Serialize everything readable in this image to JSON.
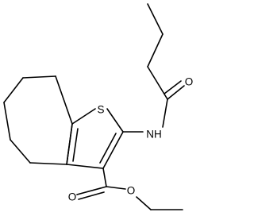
{
  "colors": {
    "background": "#ffffff",
    "bond": "#000000",
    "label": "#000000"
  },
  "labels": {
    "sulfur": "S",
    "amide_oxygen": "O",
    "amide_nitrogen": "NH",
    "ester_carbonyl_oxygen": "O",
    "ester_ether_oxygen": "O"
  }
}
